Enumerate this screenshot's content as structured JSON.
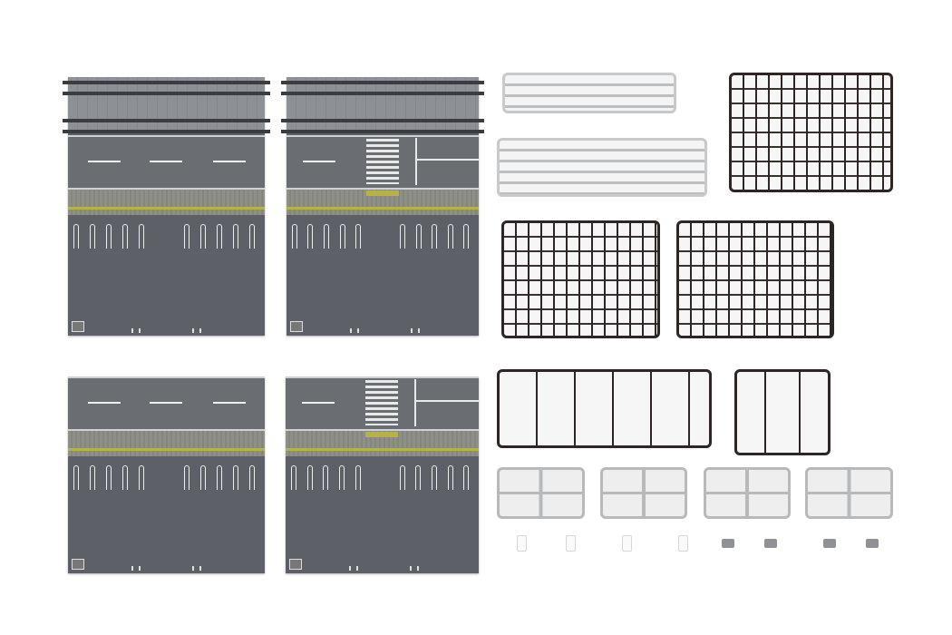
{
  "scene": {
    "description_colors": {
      "background": "#ffffff",
      "road_surface": "#5d6167",
      "lane_marking": "#eef0f0",
      "tactile_paving": "#b7b14a",
      "dark_sprue": "#2e2624",
      "light_sprue": "#c8c9cb"
    },
    "boards": [
      {
        "id": "board-track-road",
        "rails": true,
        "crosswalk": false
      },
      {
        "id": "board-track-crosswalk",
        "rails": true,
        "crosswalk": true
      },
      {
        "id": "board-road",
        "rails": false,
        "crosswalk": false
      },
      {
        "id": "board-crosswalk",
        "rails": false,
        "crosswalk": true
      }
    ]
  }
}
